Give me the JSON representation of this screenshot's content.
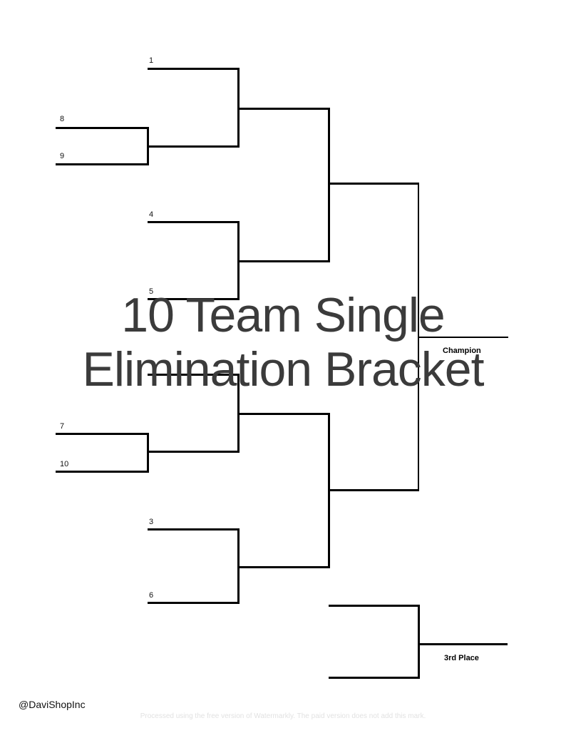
{
  "title_overlay": "10 Team Single\nElimination Bracket",
  "footer": {
    "handle": "@DaviShopInc",
    "watermark_note": "Processed using the free version of Watermarkly. The paid version does not add this mark."
  },
  "colors": {
    "line": "#000000",
    "title_overlay": "#3b3b3b",
    "watermark_note": "#e2e2e2",
    "background": "#ffffff"
  },
  "bracket": {
    "type": "single-elimination",
    "team_count": 10,
    "rounds": 4,
    "has_third_place_match": true,
    "seeds": {
      "s1": "1",
      "s8": "8",
      "s9": "9",
      "s4": "4",
      "s5": "5",
      "s7": "7",
      "s10": "10",
      "s3": "3",
      "s6": "6"
    },
    "seed_order_top_to_bottom": [
      "1",
      "8",
      "9",
      "4",
      "5",
      "7",
      "10",
      "3",
      "6"
    ],
    "play_in_matchups": [
      {
        "teams": [
          "8",
          "9"
        ],
        "note": "winner faces 1"
      },
      {
        "teams": [
          "7",
          "10"
        ],
        "note": "winner faces 2"
      }
    ],
    "labels": {
      "champion": "Champion",
      "third_place": "3rd Place"
    }
  }
}
